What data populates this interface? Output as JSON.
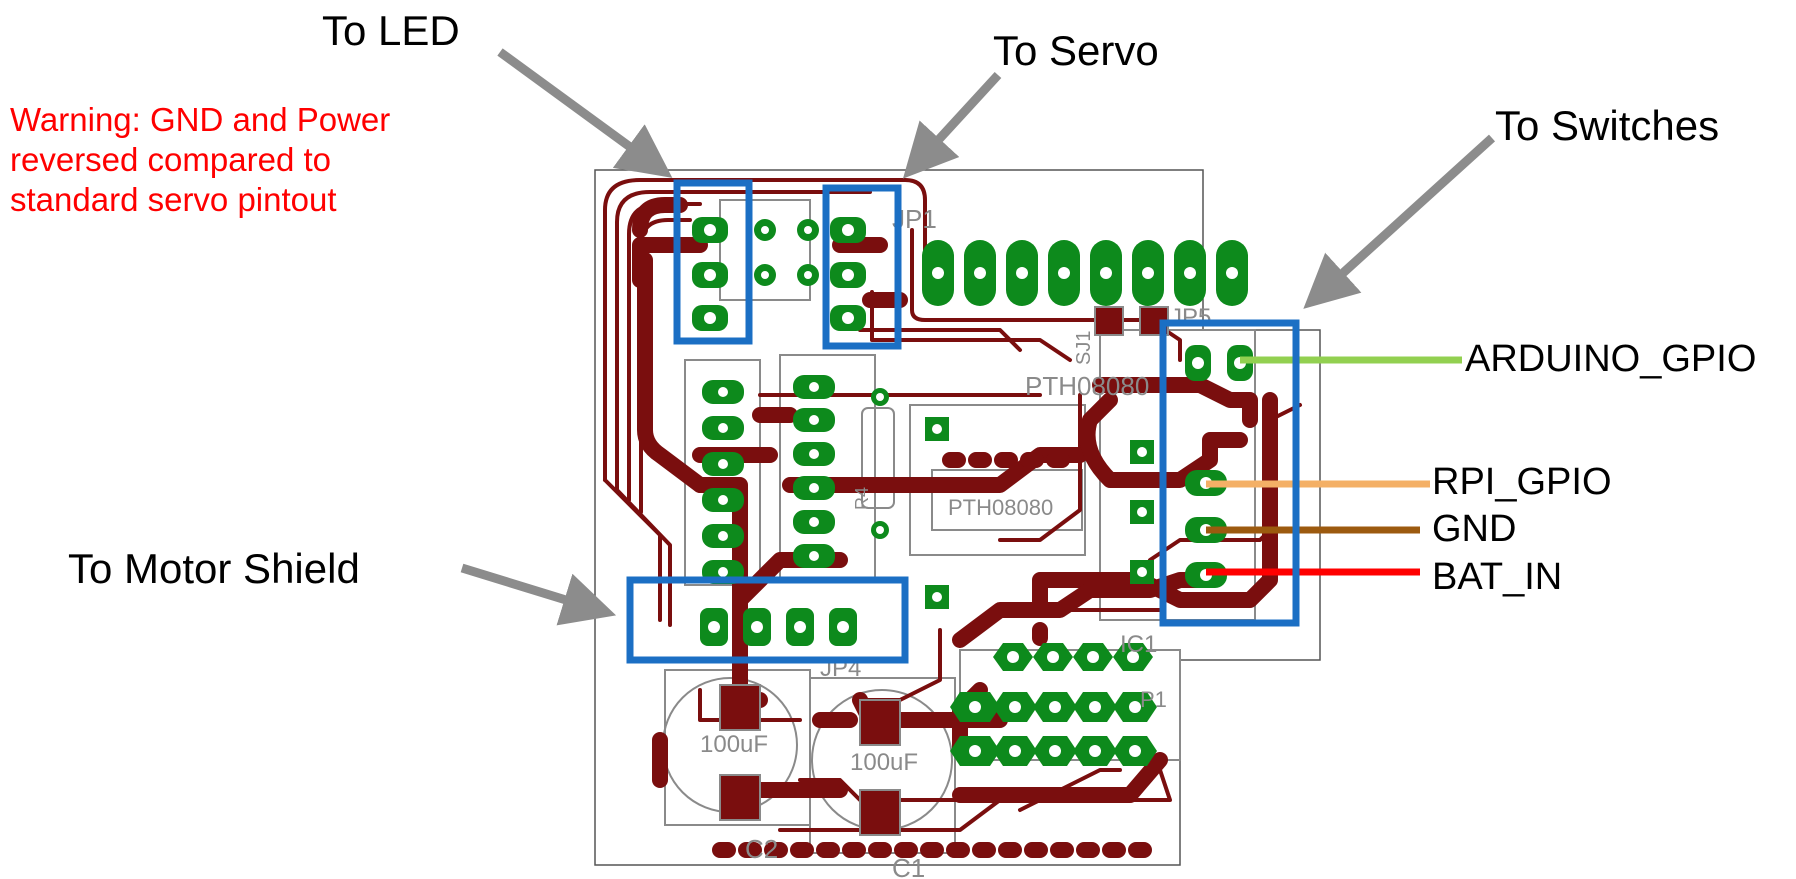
{
  "callouts": {
    "to_led": "To LED",
    "to_servo": "To Servo",
    "to_switches": "To Switches",
    "to_motor_shield": "To Motor Shield"
  },
  "warning": {
    "lines": [
      "Warning: GND and Power",
      "reversed compared to",
      "standard servo pintout"
    ]
  },
  "pin_labels": {
    "arduino_gpio": "ARDUINO_GPIO",
    "rpi_gpio": "RPI_GPIO",
    "gnd": "GND",
    "bat_in": "BAT_IN"
  },
  "silkscreen": {
    "jp1": "JP1",
    "jp4": "JP4",
    "jp5": "JP5",
    "pth_top": "PTH08080",
    "pth_mid": "PTH08080",
    "r4": "R4",
    "sj1": "SJ1",
    "cap_value": "100uF",
    "c1": "C1",
    "c2": "C2",
    "ic1": "IC1",
    "p1": "P1"
  },
  "colors": {
    "trace": "#7a0e0e",
    "pad": "#0d8a1c",
    "highlight_box": "#1b6fc4",
    "arrow": "#8c8c8c",
    "warning_text": "#ff0000",
    "wire_arduino_gpio": "#92d050",
    "wire_rpi_gpio": "#f4b066",
    "wire_gnd": "#9c5a0f",
    "wire_bat_in": "#ff0000"
  }
}
